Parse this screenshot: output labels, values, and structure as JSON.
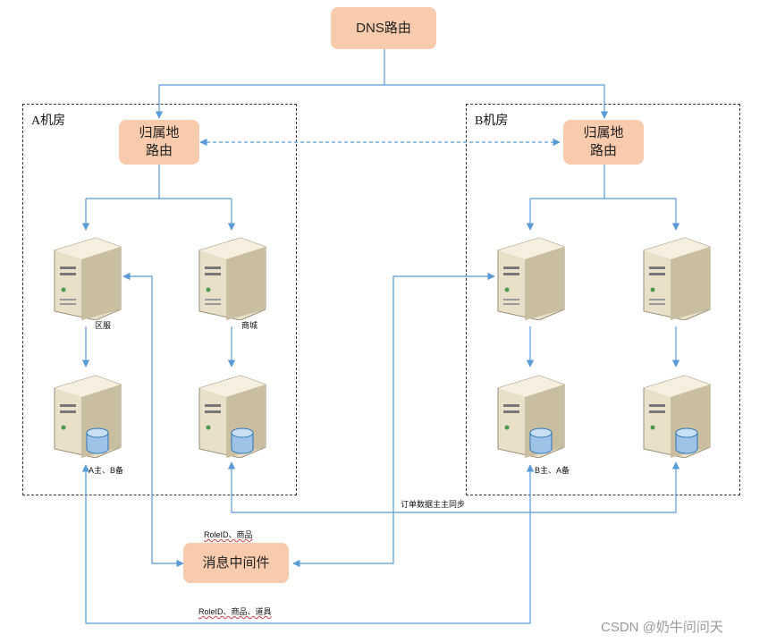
{
  "nodes": {
    "dns": "DNS路由",
    "home_a": "归属地\n路由",
    "home_b": "归属地\n路由",
    "mq": "消息中间件"
  },
  "zones": {
    "a": "A机房",
    "b": "B机房"
  },
  "labels": {
    "server_a1": "区服",
    "server_a2": "商城",
    "db_a1": "A主、B备",
    "db_b1": "B主、A备",
    "sync": "订单数据主主同步",
    "mq_in": "RoleID、商品",
    "mq_out": "RoleID、商品、道具"
  },
  "watermark": "CSDN @奶牛问问天",
  "colors": {
    "node_fill": "#f8cbad",
    "arrow": "#5b9bd5"
  }
}
